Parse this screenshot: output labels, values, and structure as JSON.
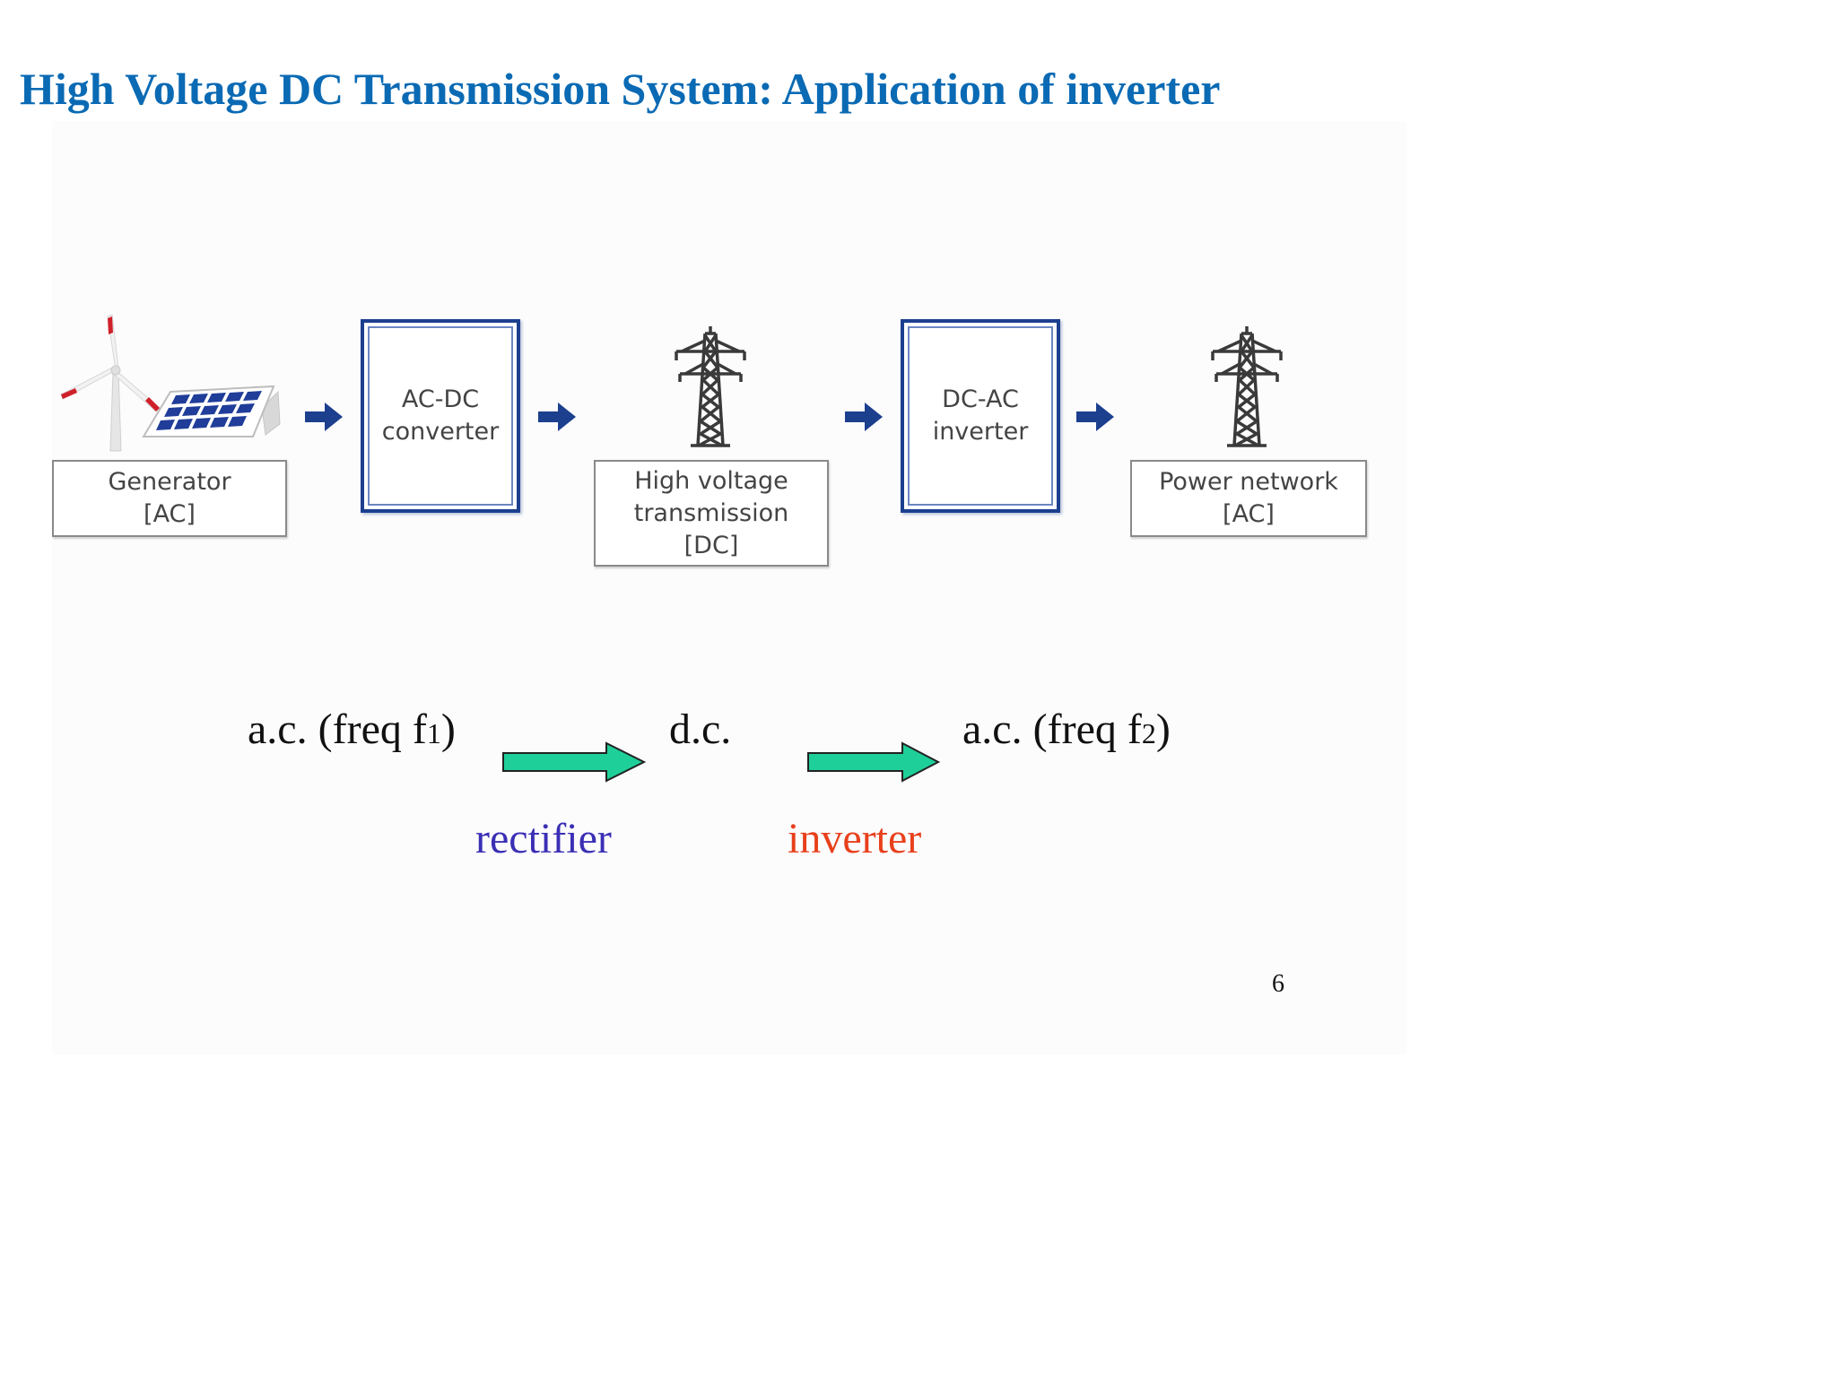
{
  "slide": {
    "title": "High Voltage DC Transmission System: Application of inverter",
    "page_number": "6"
  },
  "diagram": {
    "generator": {
      "line1": "Generator",
      "line2": "[AC]"
    },
    "acdc": {
      "line1": "AC-DC",
      "line2": "converter"
    },
    "hv": {
      "line1": "High voltage",
      "line2": "transmission",
      "line3": "[DC]"
    },
    "dcac": {
      "line1": "DC-AC",
      "line2": "inverter"
    },
    "network": {
      "line1": "Power network",
      "line2": "[AC]"
    },
    "colors": {
      "converter_border": "#1c3f8e",
      "arrow": "#1c3f8e",
      "panel": "#1f3d99",
      "blade_tip": "#d0202a"
    }
  },
  "flow": {
    "ac_in": {
      "text": "a.c. (freq f",
      "sub": "1",
      "close": ")"
    },
    "dc": "d.c.",
    "ac_out": {
      "text": "a.c. (freq f",
      "sub": "2",
      "close": ")"
    },
    "rectifier": {
      "label": "rectifier",
      "color": "#3b2fb5"
    },
    "inverter": {
      "label": "inverter",
      "color": "#e8401c"
    },
    "arrow_color": "#1fcf9a"
  }
}
